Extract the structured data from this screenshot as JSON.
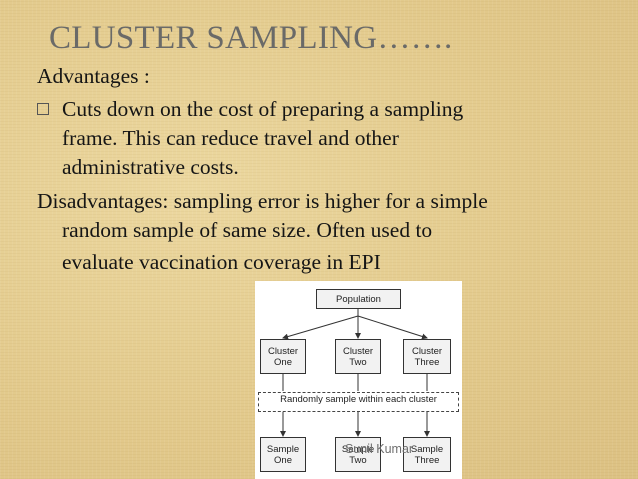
{
  "slide": {
    "title": "CLUSTER SAMPLING…….",
    "advantages_heading": "Advantages :",
    "advantage_line1": "Cuts down on the cost of preparing a sampling",
    "advantage_line2": "frame. This can reduce travel and other",
    "advantage_line3": "administrative costs.",
    "disadvantages_line1": "Disadvantages: sampling error is higher for a simple",
    "disadvantages_line2": "random sample of same size. Often used to",
    "disadvantages_line3": "evaluate vaccination coverage in EPI",
    "footer": "Sunil Kumar"
  },
  "diagram": {
    "population": "Population",
    "clusters": [
      {
        "line1": "Cluster",
        "line2": "One"
      },
      {
        "line1": "Cluster",
        "line2": "Two"
      },
      {
        "line1": "Cluster",
        "line2": "Three"
      }
    ],
    "sample_step": "Randomly sample within each cluster",
    "samples": [
      {
        "line1": "Sample",
        "line2": "One"
      },
      {
        "line1": "Sample",
        "line2": "Two"
      },
      {
        "line1": "Sample",
        "line2": "Three"
      }
    ]
  }
}
